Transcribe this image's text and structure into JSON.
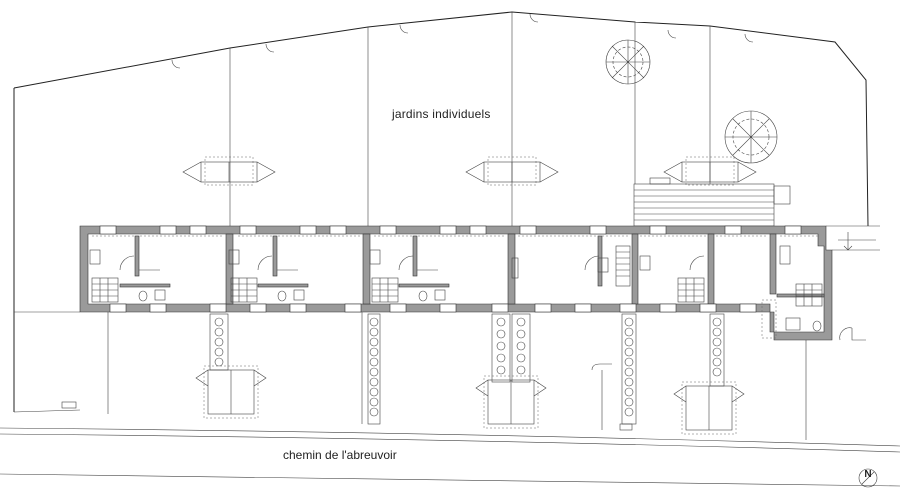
{
  "labels": {
    "gardens": "jardins individuels",
    "road": "chemin de l'abreuvoir",
    "north": "N"
  }
}
